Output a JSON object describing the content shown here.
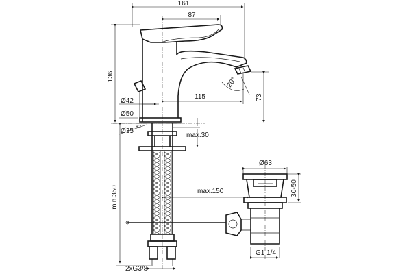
{
  "dimensions": {
    "overall_width": "161",
    "spout_projection": "87",
    "total_height": "136",
    "reach": "115",
    "spout_height": "73",
    "angle": "20°",
    "body_diameter": "Ø42",
    "base_diameter": "Ø50",
    "hole_diameter": "Ø35",
    "hole_tolerance": "+2",
    "max_thickness": "max.30",
    "min_hose": "min.350",
    "max_150": "max.150",
    "hose_thread": "2xG3/8",
    "waste_diameter": "Ø63",
    "waste_range": "30-50",
    "waste_thread": "G1 1/4"
  },
  "colors": {
    "line": "#1a1a1a",
    "background": "#ffffff"
  }
}
